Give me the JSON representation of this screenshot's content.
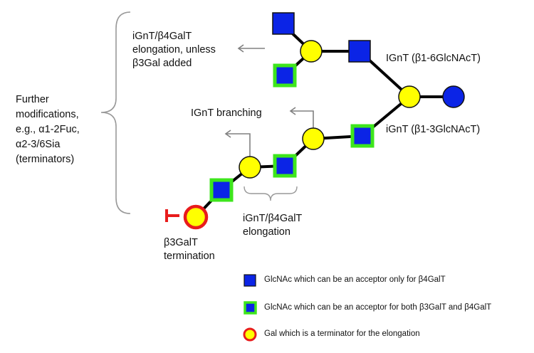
{
  "colors": {
    "glcnac_blue": "#0b24e6",
    "gal_yellow": "#ffff00",
    "green_border": "#3ee61c",
    "terminator_red": "#e81c1c",
    "arrow_gray": "#808080",
    "edge_black": "#000000"
  },
  "labels": {
    "ignt_b4galt_top_1": "iGnT/β4GalT",
    "ignt_b4galt_top_2": "elongation, unless",
    "ignt_b4galt_top_3": "β3Gal added",
    "ignt_b16": "IGnT (β1-6GlcNAcT)",
    "ignt_b13": "iGnT (β1-3GlcNAcT)",
    "ignt_branching": "IGnT branching",
    "further_1": "Further",
    "further_2": "modifications,",
    "further_3": "e.g., α1-2Fuc,",
    "further_4": "α2-3/6Sia",
    "further_5": "(terminators)",
    "ignt_b4galt_bottom_1": "iGnT/β4GalT",
    "ignt_b4galt_bottom_2": "elongation",
    "b3galt_1": "β3GalT",
    "b3galt_2": "termination"
  },
  "legend": [
    {
      "symbol": "blue-square",
      "text": "GlcNAc which can be an acceptor only for β4GalT"
    },
    {
      "symbol": "green-bordered-square",
      "text": "GlcNAc which can be an acceptor for both β3GalT and β4GalT"
    },
    {
      "symbol": "red-bordered-circle",
      "text": "Gal which is a terminator for the elongation"
    }
  ]
}
